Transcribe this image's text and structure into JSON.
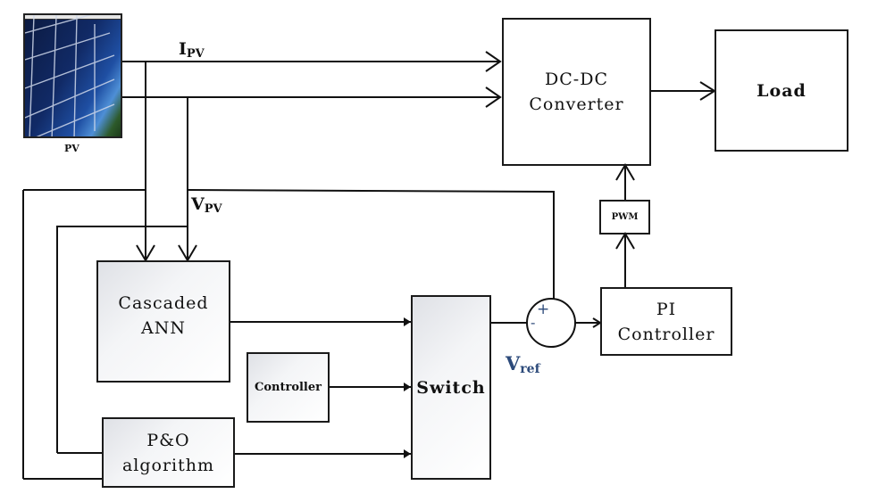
{
  "diagram": {
    "pv": {
      "label": "PV",
      "image": "solar-panel-photo"
    },
    "signals": {
      "ipv_main": "I",
      "ipv_sub": "PV",
      "vpv_main": "V",
      "vpv_sub": "PV",
      "vref_main": "V",
      "vref_sub": "ref",
      "vref_color": "#2c4a7a"
    },
    "blocks": {
      "dcdc": [
        "DC-DC",
        "Converter"
      ],
      "load": "Load",
      "pwm": "PWM",
      "pi": [
        "PI",
        "Controller"
      ],
      "ann": [
        "Cascaded",
        "ANN"
      ],
      "controller": "Controller",
      "po": [
        "P&O",
        "algorithm"
      ],
      "switch": "Switch"
    },
    "summer": {
      "plus": "+",
      "minus": "-",
      "sign_color": "#2c4a7a"
    }
  }
}
